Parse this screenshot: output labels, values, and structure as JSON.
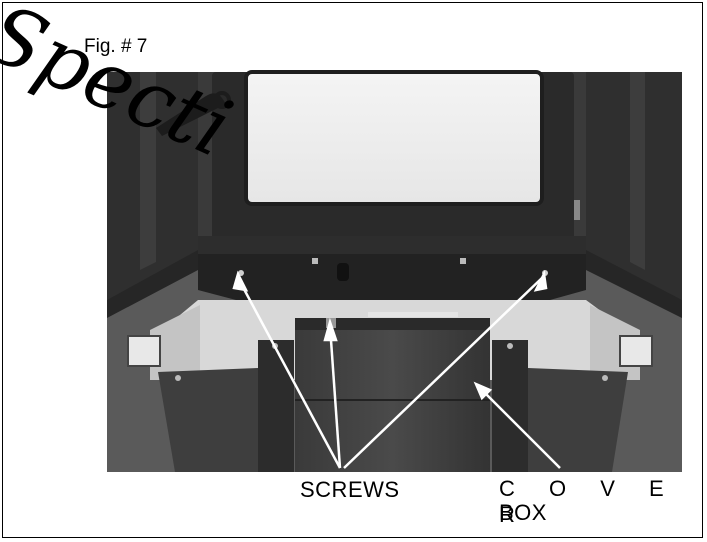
{
  "figure": {
    "label": "Fig. # 7"
  },
  "watermark_text": "Specti",
  "callouts": {
    "screws": "SCREWS",
    "cover": "C O V E R",
    "box": "BOX"
  }
}
